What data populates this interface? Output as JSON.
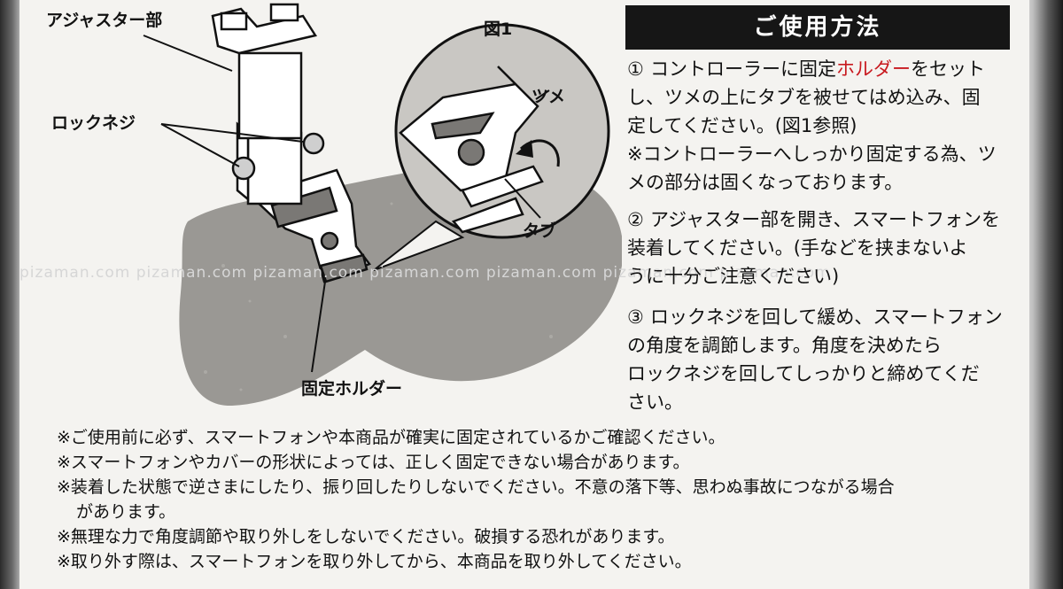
{
  "labels": {
    "adjuster": "アジャスター部",
    "lock_screw": "ロックネジ",
    "fig": "図1",
    "tsume": "ツメ",
    "tab": "タブ",
    "holder": "固定ホルダー"
  },
  "instructions": {
    "title": "ご使用方法",
    "step1": {
      "marker": "①",
      "pre": "コントローラーに固定",
      "highlight": "ホルダー",
      "post": "をセット",
      "line2": "し、ツメの上にタブを被せてはめ込み、固",
      "line3": "定してください。(図1参照)"
    },
    "note1": {
      "line1": "※コントローラーへしっかり固定する為、ツ",
      "line2": "メの部分は固くなっております。"
    },
    "step2": {
      "marker": "②",
      "line1": "アジャスター部を開き、スマートフォンを",
      "line2": "装着してください。(手などを挟まないよ",
      "line3": "うに十分ご注意ください)"
    },
    "step3": {
      "marker": "③",
      "line1": "ロックネジを回して緩め、スマートフォン",
      "line2": "の角度を調節します。角度を決めたら",
      "line3": "ロックネジを回してしっかりと締めてくだ",
      "line4": "さい。"
    }
  },
  "footnotes": [
    "※ご使用前に必ず、スマートフォンや本商品が確実に固定されているかご確認ください。",
    "※スマートフォンやカバーの形状によっては、正しく固定できない場合があります。",
    "※装着した状態で逆さまにしたり、振り回したりしないでください。不意の落下等、思わぬ事故につながる場合",
    "があります。",
    "※無理な力で角度調節や取り外しをしないでください。破損する恐れがあります。",
    "※取り外す際は、スマートフォンを取り外してから、本商品を取り外してください。"
  ],
  "watermark": "pizaman.com   pizaman.com   pizaman.com   pizaman.com   pizaman.com   pizaman.com   pizaman.com",
  "colors": {
    "title_bg": "#161616",
    "highlight": "#c8191f",
    "controller": "#9a9894",
    "circle": "#c9c7c3"
  }
}
